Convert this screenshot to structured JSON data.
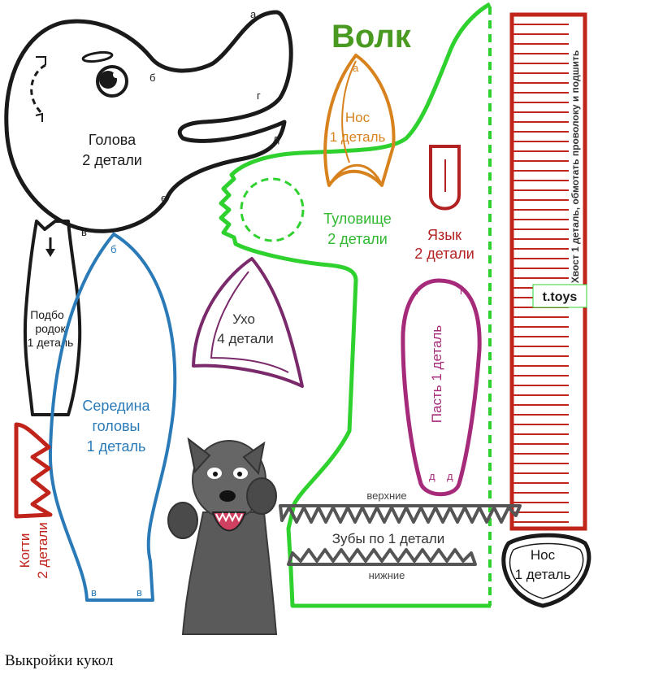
{
  "title": "Волк",
  "logo": "t.toys",
  "caption": "Выкройки кукол",
  "colors": {
    "head": "#1a1a1a",
    "body": "#2fd12f",
    "nose_top": "#d8821e",
    "tongue": "#b22222",
    "mouth": "#a52a7a",
    "ear": "#7a2a6a",
    "tail": "#c0241b",
    "mid_head": "#2a7ab8",
    "claws": "#c0241b",
    "teeth": "#555555",
    "title": "#4a9a22"
  },
  "head": {
    "name": "Голова",
    "count": "2 детали",
    "marks": [
      "а",
      "б",
      "г",
      "д",
      "е",
      "в"
    ]
  },
  "chin": {
    "name_line1": "Подбо",
    "name_line2": "родок",
    "count": "1 деталь"
  },
  "middle_head": {
    "name_line1": "Середина",
    "name_line2": "головы",
    "count": "1 деталь",
    "marks": [
      "б",
      "в",
      "в"
    ]
  },
  "nose_top": {
    "name": "Нос",
    "count": "1 деталь",
    "mark": "а"
  },
  "torso": {
    "name": "Туловище",
    "count": "2 детали"
  },
  "tongue": {
    "name": "Язык",
    "count": "2 детали"
  },
  "ear": {
    "name": "Ухо",
    "count": "4 детали"
  },
  "mouth": {
    "name": "Пасть",
    "count": "1 деталь",
    "marks": [
      "г",
      "г",
      "д",
      "д"
    ]
  },
  "tail": {
    "text": "Хвост 1 деталь, обмотать проволоку и подшить"
  },
  "claws": {
    "name": "Когти",
    "count": "2 детали"
  },
  "teeth": {
    "top": "верхние",
    "name": "Зубы по 1 детали",
    "bottom": "нижние"
  },
  "nose_bottom": {
    "name": "Нос",
    "count": "1 деталь"
  }
}
